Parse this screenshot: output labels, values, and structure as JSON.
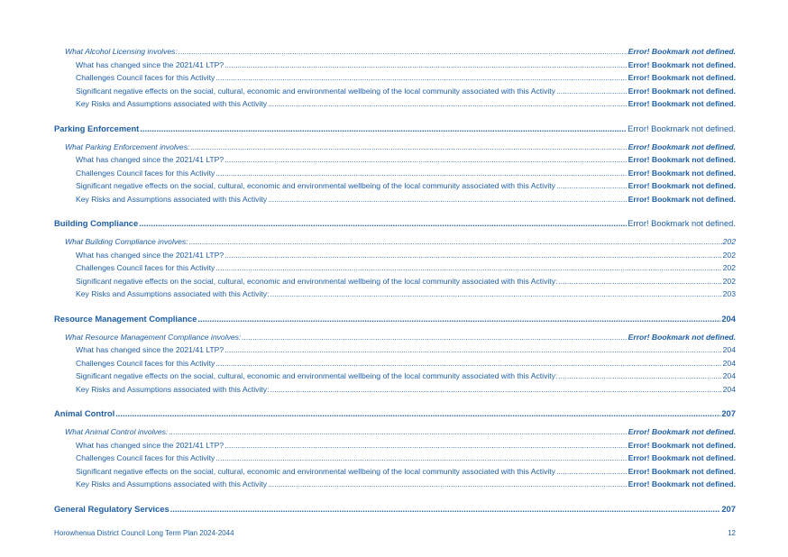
{
  "toc": [
    {
      "level": 2,
      "text": "What Alcohol Licensing involves:",
      "page": "Error! Bookmark not defined."
    },
    {
      "level": 3,
      "text": "What has changed since the 2021/41 LTP?",
      "page": "Error! Bookmark not defined."
    },
    {
      "level": 3,
      "text": "Challenges Council faces for this Activity",
      "page": "Error! Bookmark not defined."
    },
    {
      "level": 3,
      "text": "Significant negative effects on the social, cultural, economic and environmental wellbeing of the local community associated with this Activity",
      "page": "Error! Bookmark not defined."
    },
    {
      "level": 3,
      "text": "Key Risks and Assumptions associated with this Activity",
      "page": "Error! Bookmark not defined."
    },
    {
      "level": 1,
      "text": "Parking Enforcement",
      "page": "Error! Bookmark not defined."
    },
    {
      "level": 2,
      "text": "What Parking Enforcement involves:",
      "page": "Error! Bookmark not defined."
    },
    {
      "level": 3,
      "text": "What has changed since the 2021/41 LTP?",
      "page": "Error! Bookmark not defined."
    },
    {
      "level": 3,
      "text": "Challenges Council faces for this Activity",
      "page": "Error! Bookmark not defined."
    },
    {
      "level": 3,
      "text": "Significant negative effects on the social, cultural, economic and environmental wellbeing of the local community associated with this Activity",
      "page": "Error! Bookmark not defined."
    },
    {
      "level": 3,
      "text": "Key Risks and Assumptions associated with this Activity",
      "page": "Error! Bookmark not defined."
    },
    {
      "level": 1,
      "text": "Building Compliance",
      "page": "Error! Bookmark not defined."
    },
    {
      "level": 2,
      "text": "What Building Compliance involves:",
      "page": "202"
    },
    {
      "level": 3,
      "text": "What has changed since the 2021/41 LTP?",
      "page": "202"
    },
    {
      "level": 3,
      "text": "Challenges Council faces for this Activity",
      "page": "202"
    },
    {
      "level": 3,
      "text": "Significant negative effects on the social, cultural, economic and environmental wellbeing of the local community associated with this Activity:",
      "page": "202"
    },
    {
      "level": 3,
      "text": "Key Risks and Assumptions associated with this Activity:",
      "page": "203"
    },
    {
      "level": 1,
      "text": "Resource Management Compliance",
      "page": "204"
    },
    {
      "level": 2,
      "text": "What Resource Management Compliance involves:",
      "page": "Error! Bookmark not defined."
    },
    {
      "level": 3,
      "text": "What has changed since the 2021/41 LTP?",
      "page": "204"
    },
    {
      "level": 3,
      "text": "Challenges Council faces for this Activity",
      "page": "204"
    },
    {
      "level": 3,
      "text": "Significant negative effects on the social, cultural, economic and environmental wellbeing of the local community associated with this Activity:",
      "page": "204"
    },
    {
      "level": 3,
      "text": "Key Risks and Assumptions associated with this Activity:",
      "page": "204"
    },
    {
      "level": 1,
      "text": "Animal Control",
      "page": "207"
    },
    {
      "level": 2,
      "text": "What Animal Control involves:",
      "page": "Error! Bookmark not defined."
    },
    {
      "level": 3,
      "text": "What has changed since the 2021/41 LTP?",
      "page": "Error! Bookmark not defined."
    },
    {
      "level": 3,
      "text": "Challenges Council faces for this Activity",
      "page": "Error! Bookmark not defined."
    },
    {
      "level": 3,
      "text": "Significant negative effects on the social, cultural, economic and environmental wellbeing of the local community associated with this Activity",
      "page": "Error! Bookmark not defined."
    },
    {
      "level": 3,
      "text": "Key Risks and Assumptions associated with this Activity",
      "page": "Error! Bookmark not defined."
    },
    {
      "level": 1,
      "text": "General Regulatory Services",
      "page": "207"
    }
  ],
  "footer": {
    "title": "Horowhenua District Council Long Term Plan 2024-2044",
    "page_number": "12"
  }
}
